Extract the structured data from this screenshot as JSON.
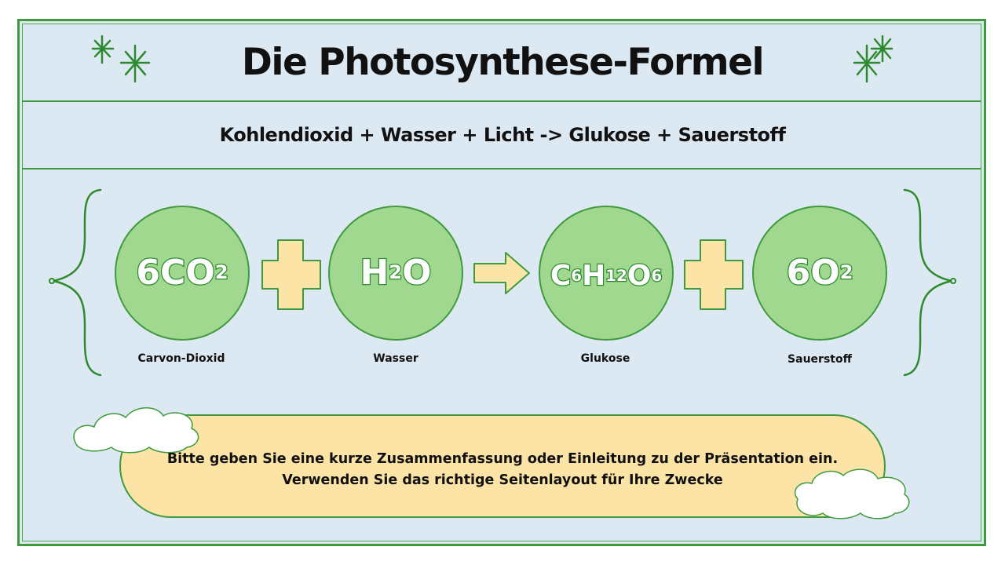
{
  "slide": {
    "title": "Die Photosynthese-Formel",
    "subtitle": "Kohlendioxid + Wasser + Licht -> Glukose + Sauerstoff"
  },
  "equation": {
    "terms": [
      {
        "coef": "6",
        "formula_main": "CO",
        "formula_sub": "2",
        "label": "Carvon-Dioxid"
      },
      {
        "formula_main": "H",
        "formula_sub": "2",
        "formula_tail": "O",
        "label": "Wasser"
      },
      {
        "label": "Glukose"
      },
      {
        "coef": "6",
        "formula_main": "O",
        "formula_sub": "2",
        "label": "Sauerstoff"
      }
    ],
    "glucose_parts": [
      "C",
      "6",
      "H",
      "12",
      "O",
      "6"
    ]
  },
  "summary": {
    "line1": "Bitte geben Sie eine kurze Zusammenfassung oder Einleitung zu der Präsentation ein.",
    "line2": "Verwenden Sie das richtige Seitenlayout für Ihre Zwecke"
  },
  "colors": {
    "background": "#dde9f2",
    "border": "#3f9a3f",
    "circle_fill": "#a0d890",
    "symbol_fill": "#fbe4a6",
    "text": "#111111"
  },
  "icons": [
    "sparkle-icon",
    "plus-icon",
    "arrow-right-icon",
    "curly-brace-icon",
    "cloud-icon"
  ]
}
